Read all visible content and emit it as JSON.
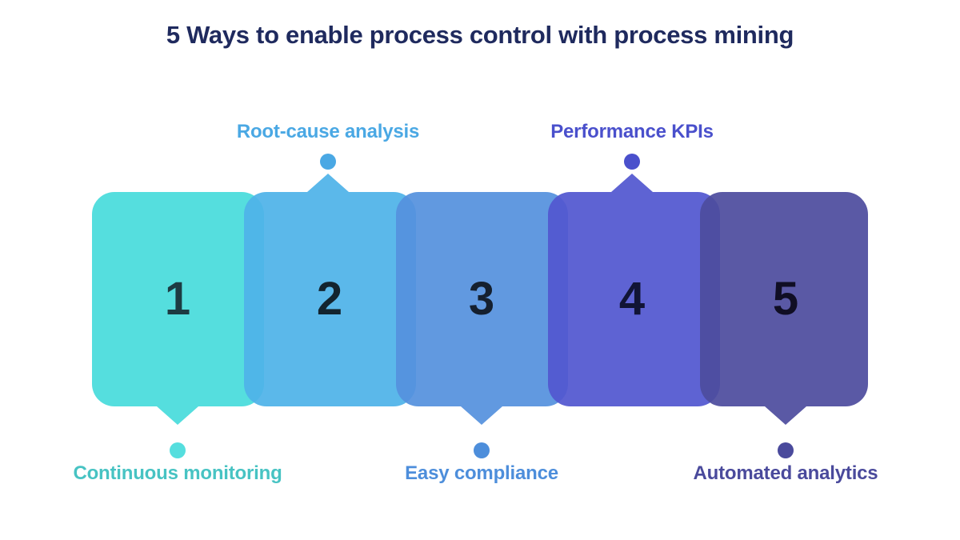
{
  "title": "5 Ways to enable process control with process mining",
  "colors": {
    "background": "#ffffff",
    "title": "#1f2a5e",
    "card1": "#55dede",
    "card2": "#4fb3e8",
    "card3": "#5591de",
    "card4": "#5257d0",
    "card5": "#4e4c9e",
    "label1": "#47c3c3",
    "label2": "#4aa8e4",
    "label3": "#4d8edb",
    "label4": "#4a50cc",
    "label5": "#4a4a9c"
  },
  "steps": [
    {
      "number": "1",
      "label": "Continuous monitoring",
      "label_position": "bottom",
      "card_color": "#55dede",
      "label_color": "#47c3c3",
      "number_color": "#1d3b42"
    },
    {
      "number": "2",
      "label": "Root-cause analysis",
      "label_position": "top",
      "card_color": "#4fb3e8",
      "label_color": "#4aa8e4",
      "number_color": "#13242f"
    },
    {
      "number": "3",
      "label": "Easy compliance",
      "label_position": "bottom",
      "card_color": "#5591de",
      "label_color": "#4d8edb",
      "number_color": "#15202f"
    },
    {
      "number": "4",
      "label": "Performance KPIs",
      "label_position": "top",
      "card_color": "#5257d0",
      "label_color": "#4a50cc",
      "number_color": "#111436"
    },
    {
      "number": "5",
      "label": "Automated analytics",
      "label_position": "bottom",
      "card_color": "#4e4c9e",
      "label_color": "#4a4a9c",
      "number_color": "#100e24"
    }
  ]
}
